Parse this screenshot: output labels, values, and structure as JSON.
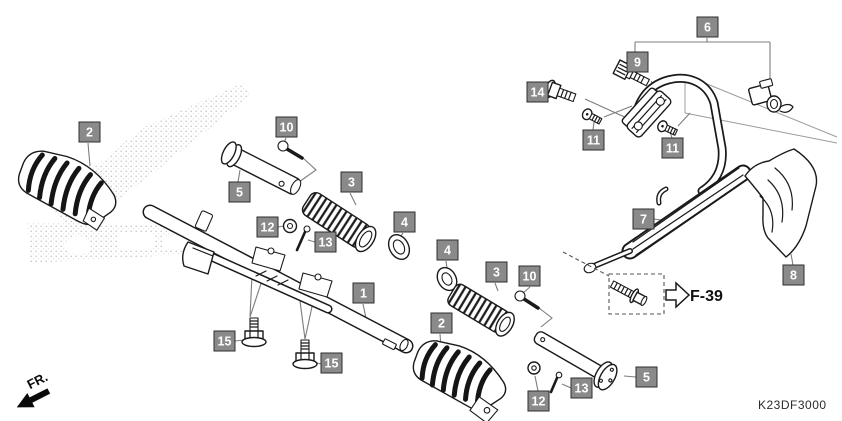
{
  "diagram": {
    "code": "K23DF3000",
    "reference_label": "F-39",
    "direction_label": "FR.",
    "colors": {
      "callout_bg": "#8a8a8a",
      "callout_border": "#2e2e2e",
      "callout_text": "#ffffff",
      "line": "#1a1a1a",
      "leader": "#7d7d7d"
    },
    "callouts": {
      "c1": "1",
      "c2a": "2",
      "c2b": "2",
      "c3a": "3",
      "c3b": "3",
      "c4a": "4",
      "c4b": "4",
      "c5a": "5",
      "c5b": "5",
      "c6": "6",
      "c7": "7",
      "c8": "8",
      "c9": "9",
      "c10a": "10",
      "c10b": "10",
      "c11a": "11",
      "c11b": "11",
      "c12a": "12",
      "c12b": "12",
      "c13a": "13",
      "c13b": "13",
      "c14": "14",
      "c15a": "15",
      "c15b": "15"
    }
  }
}
